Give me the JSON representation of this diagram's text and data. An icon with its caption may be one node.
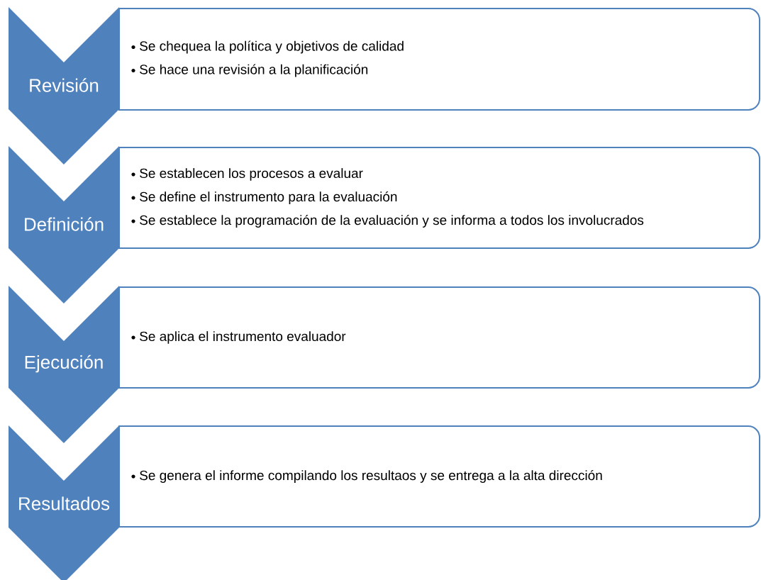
{
  "diagram": {
    "nodes": [
      {
        "text": [
          "Revisión"
        ]
      },
      {
        "text": [
          "Se chequea la política y objetivos de calidad",
          "Se hace una revisión a la planificación"
        ]
      },
      {
        "text": [
          "Definición"
        ]
      },
      {
        "text": [
          "Se establecen los procesos a evaluar",
          "Se define el instrumento para la evaluación",
          "Se establece la programación de la evaluación y se informa a todos los involucrados"
        ]
      },
      {
        "text": [
          "Ejecución"
        ]
      },
      {
        "text": [
          "Se aplica el instrumento evaluador"
        ]
      },
      {
        "text": [
          "Resultados"
        ]
      },
      {
        "text": [
          "Se genera el informe compilando los resultaos y se entrega a la alta dirección"
        ]
      }
    ]
  }
}
